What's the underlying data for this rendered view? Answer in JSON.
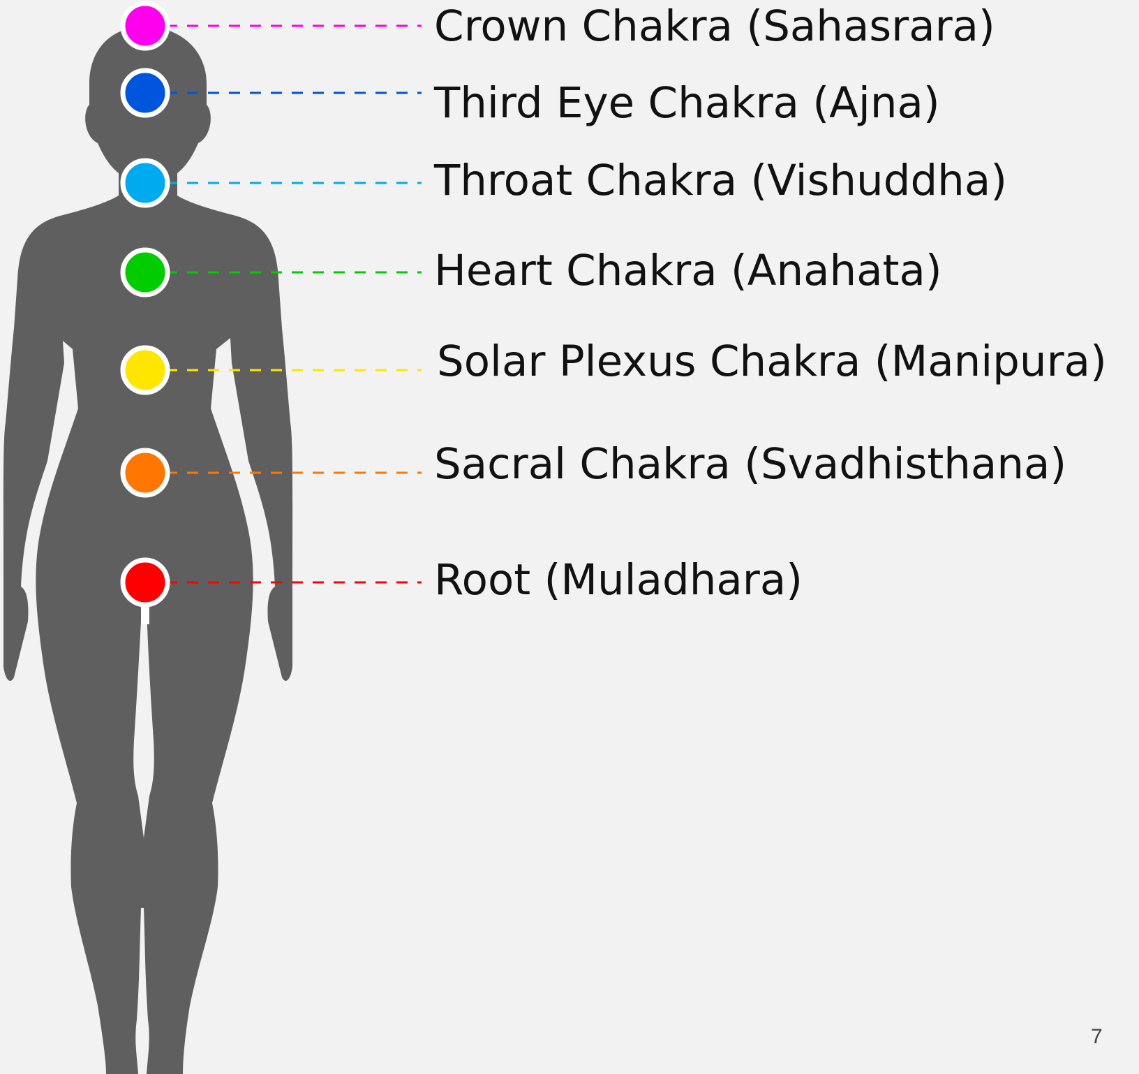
{
  "chakras": [
    {
      "label": "Crown Chakra (Sahasrara)",
      "color": "#ff00ee"
    },
    {
      "label": "Third Eye Chakra (Ajna)",
      "color": "#0055dd"
    },
    {
      "label": "Throat Chakra (Vishuddha)",
      "color": "#00aaee"
    },
    {
      "label": "Heart Chakra (Anahata)",
      "color": "#00cc00"
    },
    {
      "label": "Solar Plexus Chakra (Manipura)",
      "color": "#ffe600"
    },
    {
      "label": "Sacral Chakra (Svadhisthana)",
      "color": "#ff7700"
    },
    {
      "label": "Root (Muladhara)",
      "color": "#ff0000"
    }
  ],
  "page_number": "7",
  "colors": {
    "background": "#f2f2f2",
    "silhouette": "#5f5f5f",
    "marker_border": "#ffffff"
  }
}
